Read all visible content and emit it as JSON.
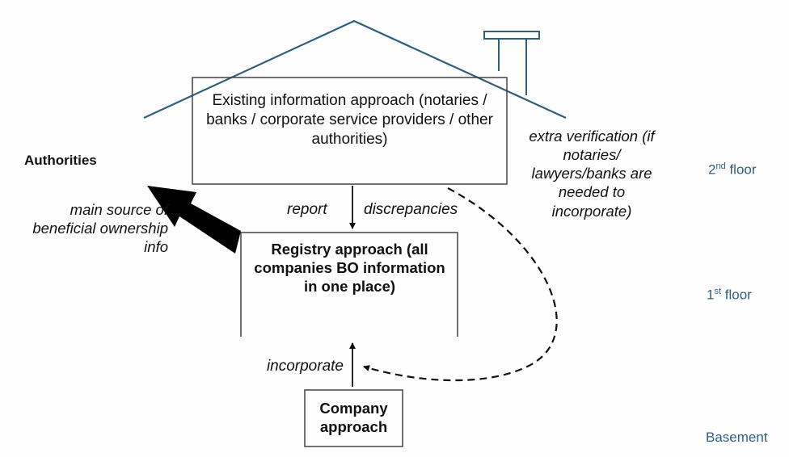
{
  "boxes": {
    "existing": "Existing information approach (notaries / banks / corporate service providers / other authorities)",
    "registry": "Registry approach (all companies BO information in one place)",
    "company": "Company approach"
  },
  "labels": {
    "authorities": "Authorities",
    "main_source": "main source of beneficial ownership info",
    "report": "report",
    "discrepancies": "discrepancies",
    "incorporate": "incorporate",
    "extra_verification": "extra verification (if notaries/ lawyers/banks are needed to incorporate)"
  },
  "floors": {
    "second_num": "2",
    "second_sup": "nd",
    "second_word": "floor",
    "first_num": "1",
    "first_sup": "st",
    "first_word": "floor",
    "basement": "Basement"
  },
  "colors": {
    "roof": "#2e5f7d",
    "floor_text": "#2e5f7d",
    "box_border": "#444444",
    "arrow": "#111111"
  }
}
